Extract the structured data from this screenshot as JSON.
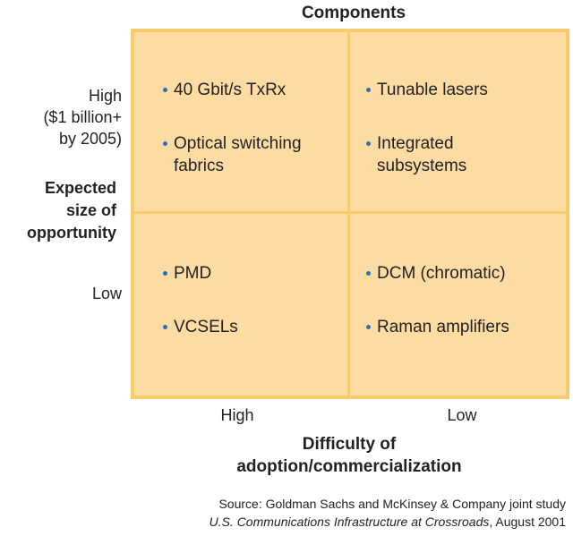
{
  "title": "Components",
  "y_axis": {
    "high_label_lines": [
      "High",
      "($1 billion+",
      "by 2005)"
    ],
    "low_label": "Low",
    "title_lines": [
      "Expected",
      "size of",
      "opportunity"
    ]
  },
  "x_axis": {
    "high_label": "High",
    "low_label": "Low",
    "title_lines": [
      "Difficulty of",
      "adoption/commercialization"
    ]
  },
  "quadrants": {
    "top_left": {
      "items": [
        {
          "lines": [
            "40 Gbit/s TxRx"
          ]
        },
        {
          "lines": [
            "Optical switching",
            "fabrics"
          ]
        }
      ]
    },
    "top_right": {
      "items": [
        {
          "lines": [
            "Tunable lasers"
          ]
        },
        {
          "lines": [
            "Integrated",
            "subsystems"
          ]
        }
      ]
    },
    "bottom_left": {
      "items": [
        {
          "lines": [
            "PMD"
          ]
        },
        {
          "lines": [
            "VCSELs"
          ]
        }
      ]
    },
    "bottom_right": {
      "items": [
        {
          "lines": [
            "DCM (chromatic)"
          ]
        },
        {
          "lines": [
            "Raman amplifiers"
          ]
        }
      ]
    }
  },
  "source": {
    "line1": "Source: Goldman Sachs and McKinsey & Company joint study",
    "line2_italic": "U.S. Communications Infrastructure at Crossroads",
    "line2_rest": ", August 2001"
  },
  "colors": {
    "quadrant_fill": "#fcdca3",
    "quadrant_border": "#f7cc6d",
    "bullet": "#2a6fb4"
  }
}
